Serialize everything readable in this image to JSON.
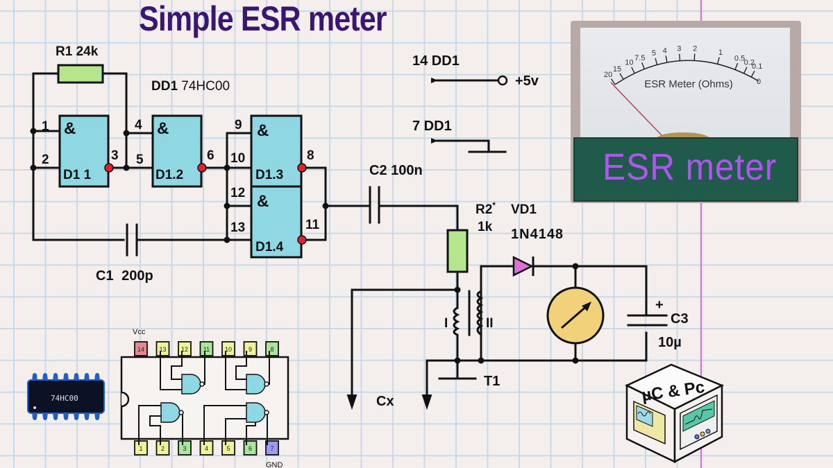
{
  "title": "Simple ESR meter",
  "colors": {
    "title": "#3a1670",
    "gate_fill": "#8fd7e2",
    "resistor_fill": "#b5e68b",
    "inversion_bubble": "#e0212a",
    "diode_fill": "#e070d4",
    "meter_symbol_fill": "#f1d27a",
    "meter_band": "#1f5a4b",
    "meter_band_text": "#a55de4",
    "grid_line": "#c8daea",
    "margin_line": "#d77cd3"
  },
  "components": {
    "r1": {
      "ref": "R1",
      "value": "24k"
    },
    "dd1": {
      "ref": "DD1",
      "value": "74HC00"
    },
    "c1": {
      "ref": "C1",
      "value": "200p"
    },
    "c2": {
      "ref": "C2",
      "value": "100n"
    },
    "r2": {
      "ref": "R2",
      "mark": "*",
      "value": "1k"
    },
    "vd1": {
      "ref": "VD1",
      "value": "1N4148"
    },
    "c3": {
      "ref": "C3",
      "value": "10µ",
      "polarity": "+"
    },
    "t1": {
      "ref": "T1",
      "winding_primary": "I",
      "winding_secondary": "II"
    },
    "cx": {
      "label": "Cx"
    }
  },
  "gates": [
    {
      "name": "D1 1",
      "symbol": "&",
      "in_a": "1",
      "in_b": "2",
      "out": "3"
    },
    {
      "name": "D1.2",
      "symbol": "&",
      "in_a": "4",
      "in_b": "5",
      "out": "6"
    },
    {
      "name": "D1.3",
      "symbol": "&",
      "in_a": "9",
      "in_b": "10",
      "out": "8"
    },
    {
      "name": "D1.4",
      "symbol": "&",
      "in_a": "12",
      "in_b": "13",
      "out": "11"
    }
  ],
  "power": {
    "vcc_pin_label": "14 DD1",
    "vcc_supply": "+5v",
    "gnd_pin_label": "7 DD1"
  },
  "meter_photo": {
    "scale_title": "ESR Meter (Ohms)",
    "scale_ticks": [
      "20",
      "15",
      "10",
      "7.5",
      "5",
      "4",
      "3",
      "2",
      "1",
      "0.5",
      "0.2",
      "0.1",
      "0"
    ],
    "band_text": "ESR meter"
  },
  "pinout": {
    "vcc_label": "Vcc",
    "gnd_label": "GND",
    "top_pins": [
      {
        "num": "14",
        "role": "vcc"
      },
      {
        "num": "13",
        "role": "input"
      },
      {
        "num": "12",
        "role": "input"
      },
      {
        "num": "11",
        "role": "output"
      },
      {
        "num": "10",
        "role": "input"
      },
      {
        "num": "9",
        "role": "input"
      },
      {
        "num": "8",
        "role": "output"
      }
    ],
    "bottom_pins": [
      {
        "num": "1",
        "role": "input"
      },
      {
        "num": "2",
        "role": "input"
      },
      {
        "num": "3",
        "role": "output"
      },
      {
        "num": "4",
        "role": "input"
      },
      {
        "num": "5",
        "role": "input"
      },
      {
        "num": "6",
        "role": "output"
      },
      {
        "num": "7",
        "role": "gnd"
      }
    ],
    "pin_colors": {
      "vcc": "#e9878f",
      "input": "#eef29a",
      "output": "#a9e59a",
      "gnd": "#9b9cf0"
    }
  },
  "chip_photo": {
    "marking": "74HC00"
  },
  "logo": {
    "text": "µC & Pc"
  }
}
